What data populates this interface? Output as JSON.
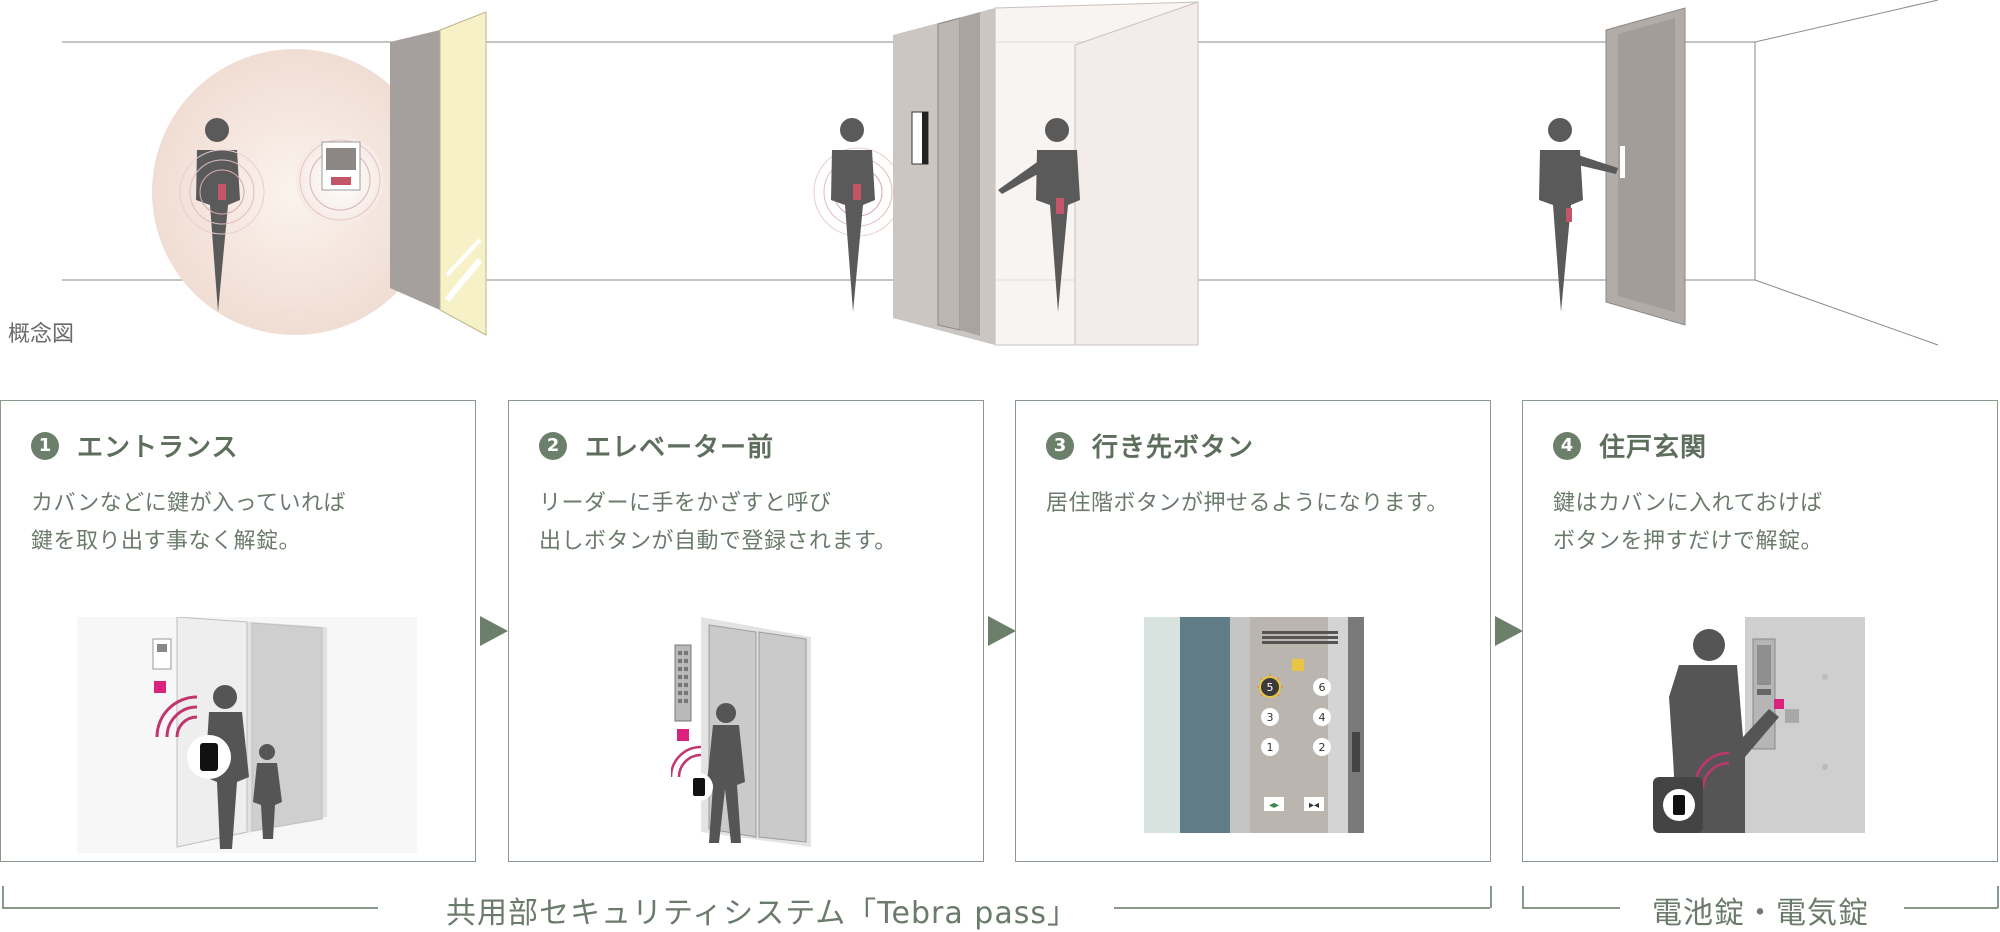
{
  "concept_label": "概念図",
  "steps": [
    {
      "num": "1",
      "title": "エントランス",
      "lines": [
        "カバンなどに鍵が入っていれば",
        "鍵を取り出す事なく解錠。"
      ]
    },
    {
      "num": "2",
      "title": "エレベーター前",
      "lines": [
        "リーダーに手をかざすと呼び",
        "出しボタンが自動で登録されます。"
      ]
    },
    {
      "num": "3",
      "title": "行き先ボタン",
      "lines": [
        "居住階ボタンが押せるようになります。"
      ]
    },
    {
      "num": "4",
      "title": "住戸玄関",
      "lines": [
        "鍵はカバンに入れておけば",
        "ボタンを押すだけで解錠。"
      ]
    }
  ],
  "elevator_buttons": [
    "5",
    "6",
    "3",
    "4",
    "1",
    "2"
  ],
  "captions": {
    "common": "共用部セキュリティシステム「Tebra pass」",
    "door": "電池錠・電気錠"
  },
  "colors": {
    "accent": "#6b7f6b",
    "key_pink": "#c2366e",
    "line": "#8a9a8a"
  }
}
